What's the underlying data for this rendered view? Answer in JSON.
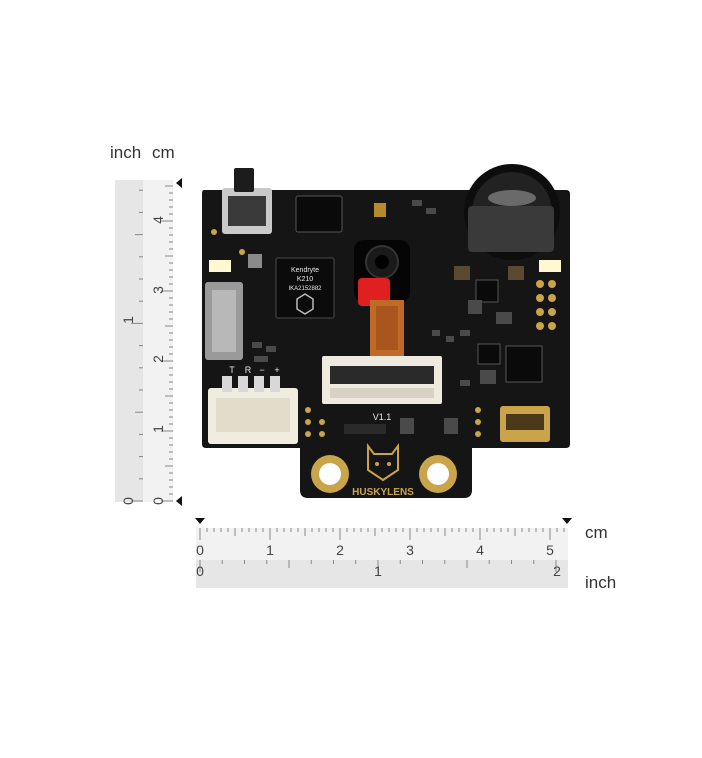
{
  "units": {
    "inch": "inch",
    "cm": "cm"
  },
  "vertical_ruler": {
    "inch_ticks": [
      "0",
      "1"
    ],
    "cm_ticks": [
      "0",
      "1",
      "2",
      "3",
      "4"
    ]
  },
  "horizontal_ruler": {
    "cm_ticks": [
      "0",
      "1",
      "2",
      "3",
      "4",
      "5"
    ],
    "inch_ticks": [
      "0",
      "1",
      "2"
    ]
  },
  "board": {
    "brand": "HUSKYLENS",
    "version": "V1.1",
    "pin_labels": [
      "T",
      "R",
      "−",
      "+"
    ],
    "chip_text": [
      "Kendryte",
      "K210",
      "IKA2152882"
    ],
    "colors": {
      "pcb": "#151515",
      "gold": "#c9a44a",
      "camera_flex": "#c06a2a",
      "camera_cap": "#e02020",
      "connector": "#eeeae0"
    }
  }
}
